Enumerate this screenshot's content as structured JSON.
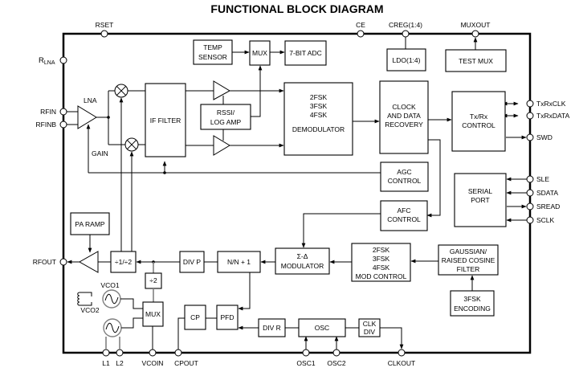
{
  "title": "FUNCTIONAL BLOCK DIAGRAM",
  "pins": {
    "rset": "RSET",
    "ce": "CE",
    "creg": "CREG(1:4)",
    "muxout": "MUXOUT",
    "rlna_main": "R",
    "rlna_sub": "LNA",
    "rfin": "RFIN",
    "rfinb": "RFINB",
    "rfout": "RFOUT",
    "txrxclk": "TxRxCLK",
    "txrxdata": "TxRxDATA",
    "swd": "SWD",
    "sle": "SLE",
    "sdata": "SDATA",
    "sread": "SREAD",
    "sclk": "SCLK",
    "l1": "L1",
    "l2": "L2",
    "vcoin": "VCOIN",
    "cpout": "CPOUT",
    "osc1": "OSC1",
    "osc2": "OSC2",
    "clkout": "CLKOUT"
  },
  "blocks": {
    "temp_sensor": [
      "TEMP",
      "SENSOR"
    ],
    "mux_top": "MUX",
    "adc": "7-BIT ADC",
    "ldo": "LDO(1:4)",
    "test_mux": "TEST MUX",
    "lna": "LNA",
    "gain": "GAIN",
    "if_filter": "IF FILTER",
    "rssi": [
      "RSSI/",
      "LOG AMP"
    ],
    "demod": [
      "2FSK",
      "3FSK",
      "4FSK",
      "DEMODULATOR"
    ],
    "cdr": [
      "CLOCK",
      "AND DATA",
      "RECOVERY"
    ],
    "txrx_control": [
      "Tx/Rx",
      "CONTROL"
    ],
    "agc": [
      "AGC",
      "CONTROL"
    ],
    "afc": [
      "AFC",
      "CONTROL"
    ],
    "serial_port": [
      "SERIAL",
      "PORT"
    ],
    "pa_ramp": "PA RAMP",
    "div12": "÷1/÷2",
    "div_p": "DIV P",
    "nn1": "N/N + 1",
    "sigma_delta": [
      "Σ-Δ",
      "MODULATOR"
    ],
    "mod_control": [
      "2FSK",
      "3FSK",
      "4FSK",
      "MOD CONTROL"
    ],
    "gauss_filter": [
      "GAUSSIAN/",
      "RAISED COSINE",
      "FILTER"
    ],
    "fsk_encoding": [
      "3FSK",
      "ENCODING"
    ],
    "div2": "÷2",
    "vco1": "VCO1",
    "vco2": "VCO2",
    "mux_vco": "MUX",
    "cp": "CP",
    "pfd": "PFD",
    "div_r": "DIV R",
    "osc": "OSC",
    "clk_div": [
      "CLK",
      "DIV"
    ]
  }
}
